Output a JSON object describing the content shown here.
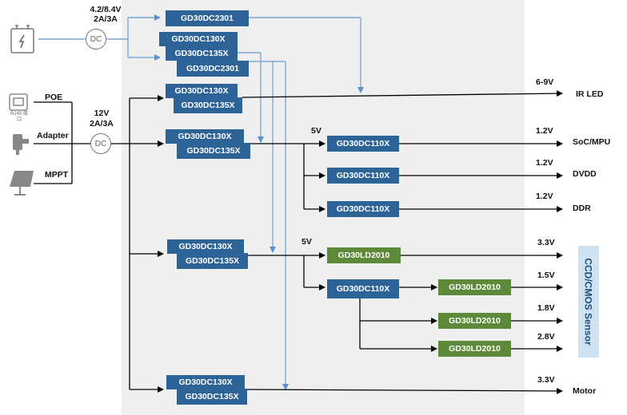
{
  "inputs": {
    "battery": "4.2/8.4V 2A/3A",
    "dc_label": "DC",
    "poe": "POE",
    "rj45": "RJ45 接口",
    "adapter": "Adapter",
    "mppt": "MPPT",
    "main_bus": "12V 2A/3A"
  },
  "top_blocks": [
    "GD30DC2301",
    "GD30DC130X",
    "GD30DC135X",
    "GD30DC2301"
  ],
  "branches": [
    {
      "a": "GD30DC130X",
      "b": "GD30DC135X"
    },
    {
      "a": "GD30DC130X",
      "b": "GD30DC135X"
    },
    {
      "a": "GD30DC130X",
      "b": "GD30DC135X"
    },
    {
      "a": "GD30DC130X",
      "b": "GD30DC135X"
    }
  ],
  "bus_labels": {
    "b1": "5V",
    "b2": "5V"
  },
  "regulators": {
    "soc": "GD30DC110X",
    "dvdd": "GD30DC110X",
    "ddr": "GD30DC110X",
    "ld_33": "GD30LD2010",
    "sensor_dc": "GD30DC110X",
    "ld_15": "GD30LD2010",
    "ld_18": "GD30LD2010",
    "ld_28": "GD30LD2010"
  },
  "outputs": {
    "ir_v": "6-9V",
    "ir_name": "IR LED",
    "soc_v": "1.2V",
    "soc_name": "SoC/MPU",
    "dvdd_v": "1.2V",
    "dvdd_name": "DVDD",
    "ddr_v": "1.2V",
    "ddr_name": "DDR",
    "v33": "3.3V",
    "v15": "1.5V",
    "v18": "1.8V",
    "v28": "2.8V",
    "sensor_name": "CCD/CMOS Sensor",
    "motor_v": "3.3V",
    "motor_name": "Motor"
  },
  "colors": {
    "block_blue": "#2e6398",
    "block_green": "#5d8a3a",
    "panel": "#efefef",
    "line_blue": "#7fa8d4",
    "sensor_bg": "#cfe2f1"
  }
}
